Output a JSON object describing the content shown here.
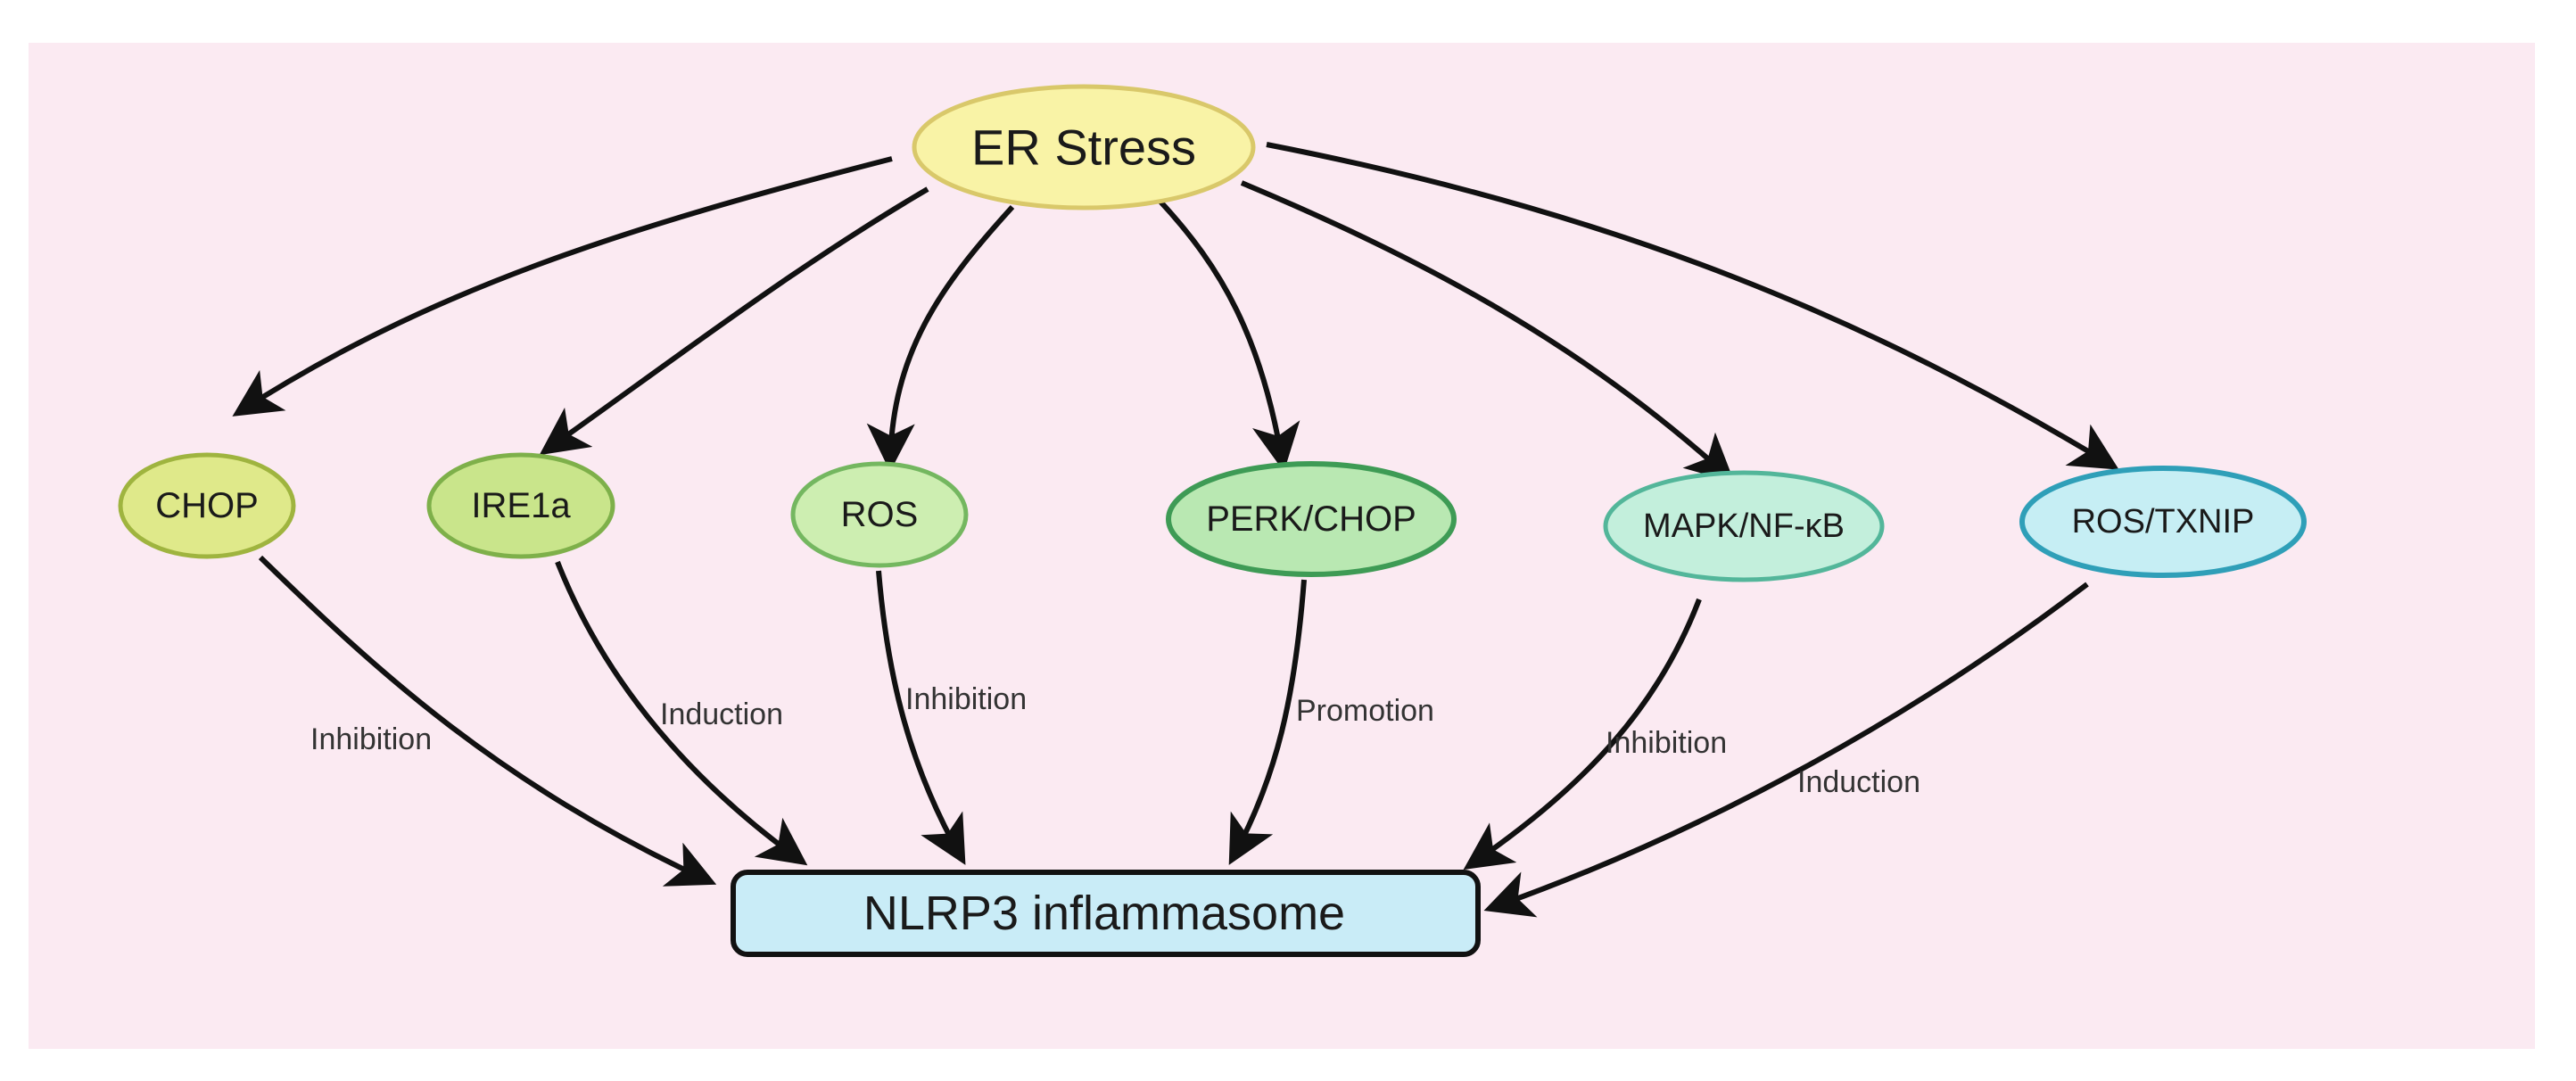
{
  "diagram": {
    "source": {
      "label": "ER Stress",
      "color": "#f9f3a6"
    },
    "target": {
      "label": "NLRP3 inflammasome",
      "color": "#c9ecf7"
    },
    "pathways": [
      {
        "label": "CHOP",
        "color": "#dfe98a",
        "effect": "Inhibition"
      },
      {
        "label": "IRE1a",
        "color": "#c9e58b",
        "effect": "Induction"
      },
      {
        "label": "ROS",
        "color": "#cdeeb1",
        "effect": "Inhibition"
      },
      {
        "label": "PERK/CHOP",
        "color": "#b9e8b2",
        "effect": "Promotion"
      },
      {
        "label": "MAPK/NF-κB",
        "color": "#c3efdc",
        "effect": "Inhibition"
      },
      {
        "label": "ROS/TXNIP",
        "color": "#c6eef4",
        "effect": "Induction"
      }
    ]
  }
}
